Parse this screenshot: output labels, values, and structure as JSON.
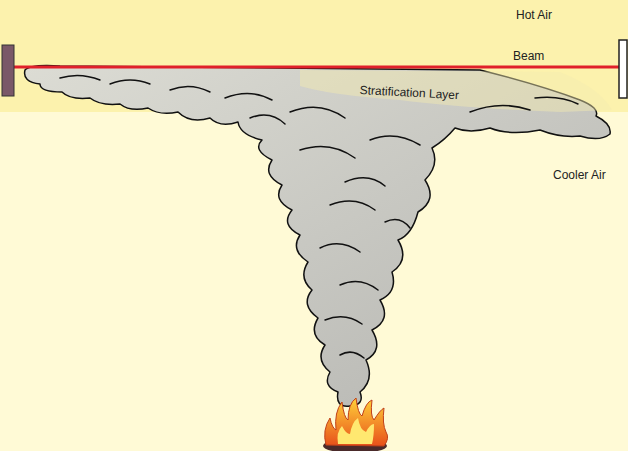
{
  "diagram": {
    "labels": [
      "Hot Air",
      "Beam",
      "Stratification Layer",
      "Cooler Air"
    ]
  }
}
